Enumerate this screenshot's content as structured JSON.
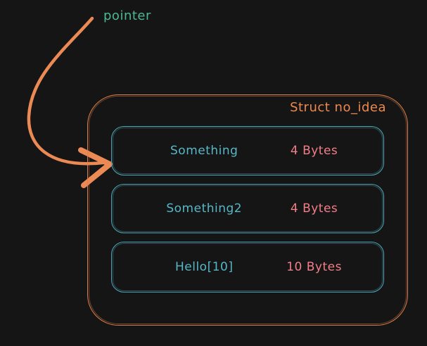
{
  "diagram": {
    "background_color": "#151515",
    "pointer_label": {
      "text": "pointer",
      "color": "#4db795"
    },
    "arrow": {
      "name": "pointer-arrow",
      "color": "#ec8a55",
      "points_at": "first struct field"
    },
    "struct": {
      "title": "Struct no_idea",
      "title_color": "#ec8950",
      "border_color": "#e0804a",
      "field_border_color": "#4fa9ba",
      "field_name_color": "#57b7c7",
      "field_size_color": "#f17e88",
      "fields": [
        {
          "name": "Something",
          "size": "4 Bytes"
        },
        {
          "name": "Something2",
          "size": "4 Bytes"
        },
        {
          "name": "Hello[10]",
          "size": "10 Bytes"
        }
      ]
    }
  }
}
